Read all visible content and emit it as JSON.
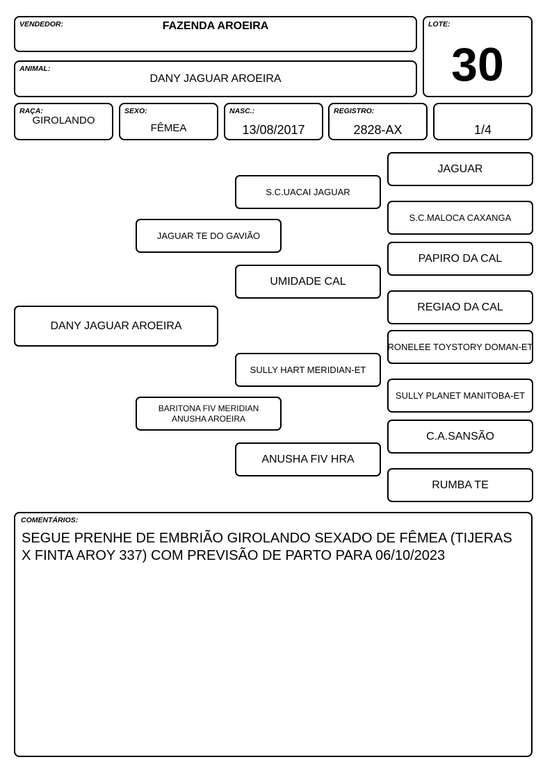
{
  "header": {
    "vendor_label": "VENDEDOR:",
    "vendor": "FAZENDA AROEIRA",
    "lot_label": "LOTE:",
    "lot": "30",
    "animal_label": "ANIMAL:",
    "animal": "DANY JAGUAR AROEIRA",
    "breed_label": "RAÇA:",
    "breed": "GIROLANDO",
    "sex_label": "SEXO:",
    "sex": "FÊMEA",
    "birth_label": "NASC.:",
    "birth": "13/08/2017",
    "registry_label": "REGISTRO:",
    "registry": "2828-AX",
    "fraction": "1/4"
  },
  "pedigree": {
    "animal": "DANY JAGUAR AROEIRA",
    "sire": "JAGUAR TE DO GAVIÃO",
    "dam": "BARITONA FIV MERIDIAN ANUSHA AROEIRA",
    "sire_sire": "S.C.UACAI JAGUAR",
    "sire_dam": "UMIDADE CAL",
    "dam_sire": "SULLY HART MERIDIAN-ET",
    "dam_dam": "ANUSHA FIV HRA",
    "ggp": [
      "JAGUAR",
      "S.C.MALOCA CAXANGA",
      "PAPIRO DA CAL",
      "REGIAO DA CAL",
      "RONELEE TOYSTORY DOMAN-ET",
      "SULLY PLANET MANITOBA-ET",
      "C.A.SANSÃO",
      "RUMBA TE"
    ]
  },
  "comments": {
    "label": "COMENTÁRIOS:",
    "text": "SEGUE PRENHE DE EMBRIÃO GIROLANDO SEXADO DE FÊMEA (TIJERAS X FINTA AROY 337) COM PREVISÃO DE PARTO PARA 06/10/2023"
  }
}
